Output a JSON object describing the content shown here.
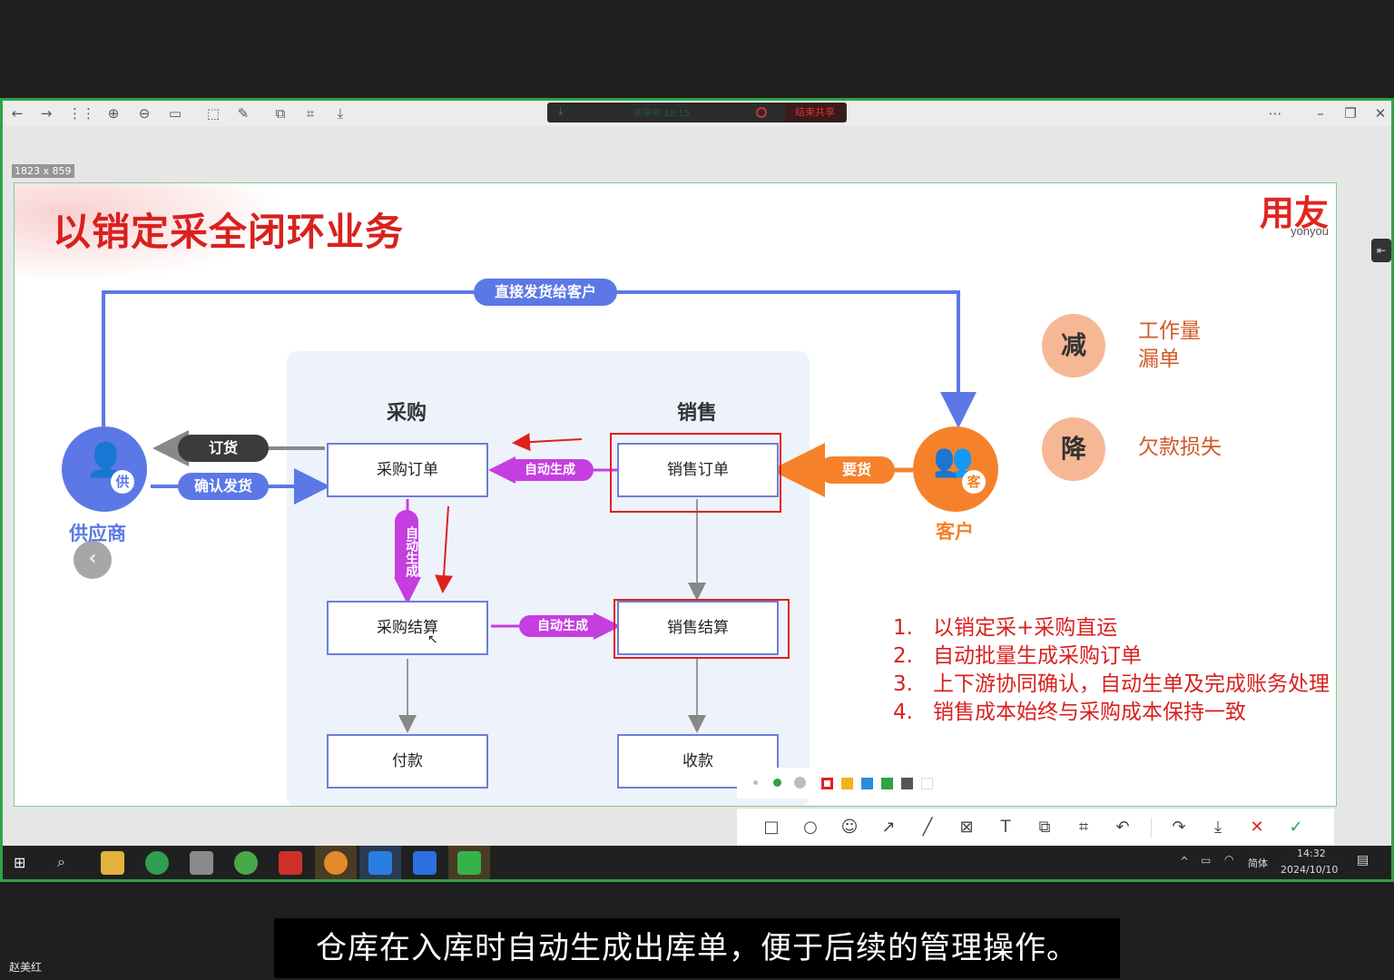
{
  "viewer": {
    "share_status": "共享中 18:15",
    "end_share": "结束共享",
    "image_dims": "1823 x 859"
  },
  "slide": {
    "title": "以销定采全闭环业务",
    "logo_cn": "用友",
    "logo_en": "yonyou",
    "direct_ship": "直接发货给客户",
    "col_purchase": "采购",
    "col_sales": "销售",
    "order_label": "订货",
    "confirm_ship": "确认发货",
    "supplier_badge": "供",
    "supplier": "供应商",
    "demand": "要货",
    "customer_badge": "客",
    "customer": "客户",
    "auto_gen": "自动生成",
    "boxes": {
      "purchase_order": "采购订单",
      "sales_order": "销售订单",
      "purchase_settle": "采购结算",
      "sales_settle": "销售结算",
      "payment": "付款",
      "receipt": "收款"
    },
    "reduce_badge": "减",
    "reduce_lines": [
      "工作量",
      "漏单"
    ],
    "lower_badge": "降",
    "lower_text": "欠款损失",
    "points": [
      {
        "n": "1.",
        "text": "以销定采+采购直运"
      },
      {
        "n": "2.",
        "text": "自动批量生成采购订单"
      },
      {
        "n": "3.",
        "text": "上下游协同确认，自动生单及完成账务处理"
      },
      {
        "n": "4.",
        "text": "销售成本始终与采购成本保持一致"
      }
    ]
  },
  "colors": {
    "brand_red": "#d8211f",
    "flow_blue": "#5b78e6",
    "customer_orange": "#f5822a",
    "auto_purple": "#c53ee0",
    "frame_green": "#2fa345"
  },
  "taskbar": {
    "ime": "简体",
    "time": "14:32",
    "date": "2024/10/10"
  },
  "subtitle": "仓库在入库时自动生成出库单，便于后续的管理操作。",
  "speaker": "赵美红"
}
